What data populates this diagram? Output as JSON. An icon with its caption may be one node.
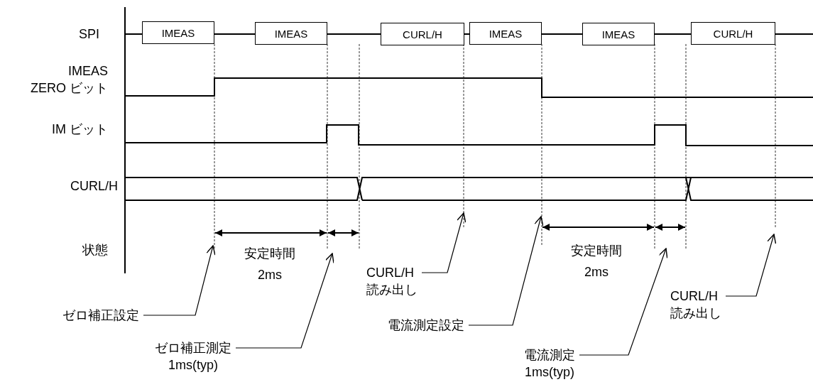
{
  "diagram": {
    "nodes": [
      {
        "text": [
          "IMEAS"
        ]
      },
      {
        "text": [
          "IMEAS"
        ]
      },
      {
        "text": [
          "CURL/H"
        ]
      },
      {
        "text": [
          "IMEAS"
        ]
      },
      {
        "text": [
          "IMEAS"
        ]
      },
      {
        "text": [
          "CURL/H"
        ]
      },
      {
        "text": [
          "ゼロ補正設定"
        ]
      },
      {
        "text": [
          "ゼロ補正測定 1ms(typ)"
        ]
      },
      {
        "text": [
          "CURL/H 読み出し"
        ]
      },
      {
        "text": [
          "電流測定設定"
        ]
      },
      {
        "text": [
          "電流測定 1ms(typ)"
        ]
      },
      {
        "text": [
          "CURL/H 読み出し"
        ]
      }
    ],
    "edges": [
      {
        "from": 6,
        "to": null,
        "arrow": "to"
      },
      {
        "from": 7,
        "to": null,
        "arrow": "to"
      },
      {
        "from": 8,
        "to": null,
        "arrow": "to"
      },
      {
        "from": 9,
        "to": null,
        "arrow": "to"
      },
      {
        "from": 10,
        "to": null,
        "arrow": "to"
      },
      {
        "from": 11,
        "to": null,
        "arrow": "to"
      },
      {
        "from": null,
        "to": 0,
        "arrow": "none"
      },
      {
        "from": 0,
        "to": 1,
        "arrow": "none"
      },
      {
        "from": 1,
        "to": 2,
        "arrow": "none"
      },
      {
        "from": 2,
        "to": 3,
        "arrow": "none"
      },
      {
        "from": 3,
        "to": 4,
        "arrow": "none"
      },
      {
        "from": 4,
        "to": 5,
        "arrow": "none"
      },
      {
        "from": 5,
        "to": null,
        "arrow": "none"
      }
    ],
    "labels": [
      "SPI",
      "IMEAS ZERO ビット",
      "IM ビット",
      "CURL/H",
      "状態",
      "安定時間 2ms",
      "安定時間 2ms"
    ]
  }
}
